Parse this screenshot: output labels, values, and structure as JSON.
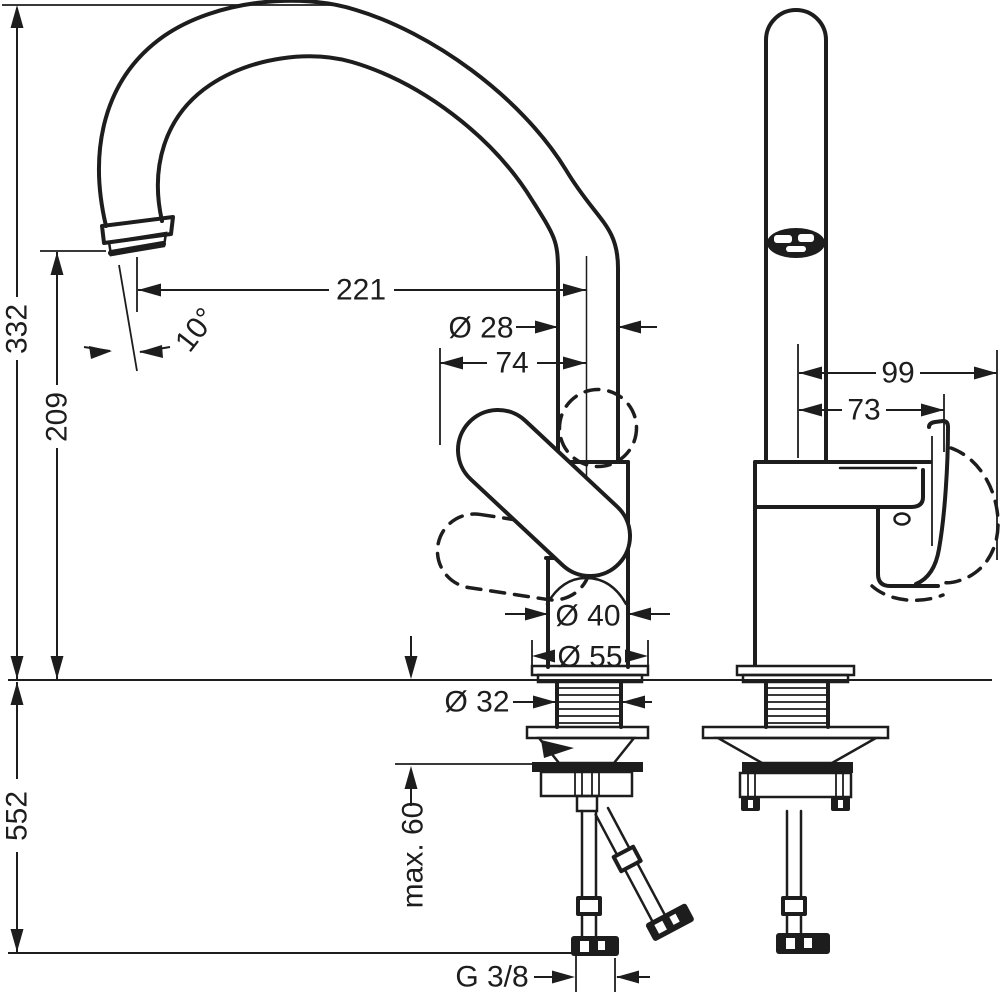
{
  "drawing": {
    "ink_color": "#1d1d1d",
    "background_color": "#ffffff",
    "dimensions": {
      "height_overall": "332",
      "height_outlet": "209",
      "height_below_counter": "552",
      "reach": "221",
      "spout_pipe_diameter": "Ø 28",
      "handle_to_axis": "74",
      "outlet_angle": "10°",
      "side_reach_max": "99",
      "side_handle_front": "73",
      "body_diameter": "Ø 40",
      "base_diameter": "Ø 55",
      "shank_diameter": "Ø 32",
      "max_counter_thickness": "max. 60",
      "connection_thread": "G 3/8"
    }
  }
}
